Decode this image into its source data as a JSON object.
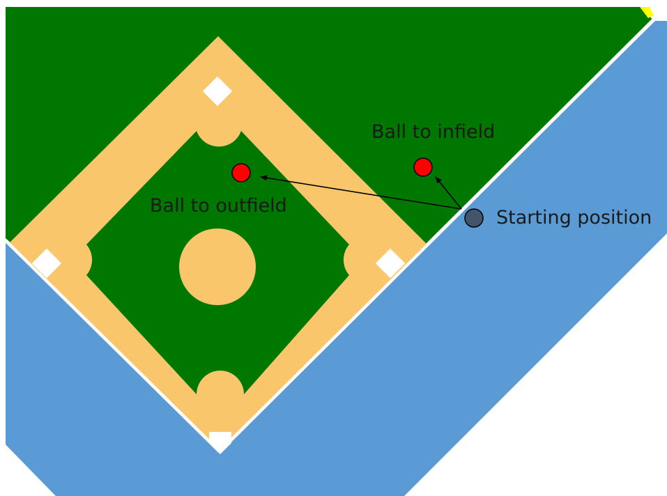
{
  "labels": {
    "ball_to_infield": "Ball to infield",
    "ball_to_outfield": "Ball to outfield",
    "starting_position": "Starting position"
  },
  "colors": {
    "outfield_grass": "#007800",
    "infield_dirt": "#fac66c",
    "foul_territory": "#5b9bd5",
    "base": "#ffffff",
    "foul_line": "#ffffff",
    "ball": "#ff0000",
    "player": "#44546a",
    "arrow": "#000000",
    "corner_accent": "#ffff00"
  }
}
